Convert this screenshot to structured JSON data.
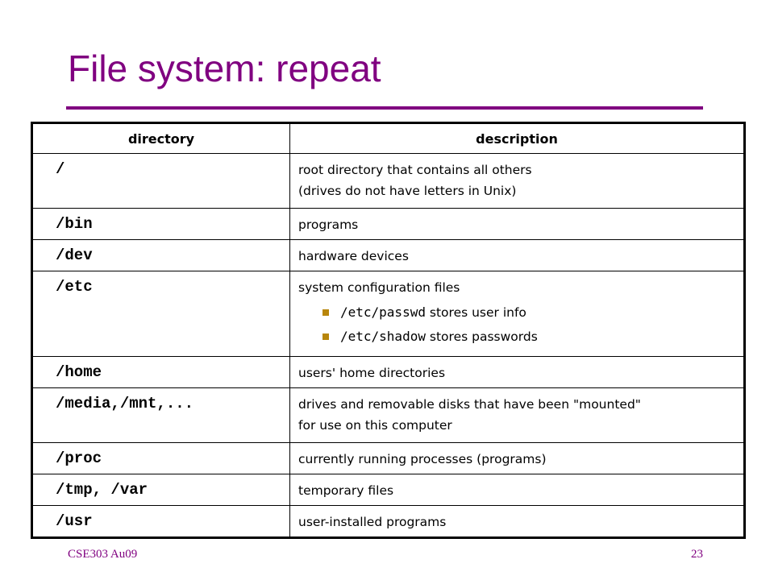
{
  "slide": {
    "title": "File system: repeat",
    "footer_left": "CSE303 Au09",
    "page_number": "23"
  },
  "table": {
    "headers": [
      "directory",
      "description"
    ],
    "rows": [
      {
        "dir": "/",
        "desc": "root directory that contains all others",
        "desc2": "(drives do not have letters in Unix)"
      },
      {
        "dir": "/bin",
        "desc": "programs"
      },
      {
        "dir": "/dev",
        "desc": "hardware devices"
      },
      {
        "dir": "/etc",
        "desc": "system configuration files",
        "sub": [
          {
            "code": "/etc/passwd",
            "text": " stores user info"
          },
          {
            "code": "/etc/shadow",
            "text": " stores passwords"
          }
        ]
      },
      {
        "dir": "/home",
        "desc": "users' home directories"
      },
      {
        "dir": "/media,/mnt,...",
        "desc": "drives and removable disks that have been \"mounted\"",
        "desc2": "for use on this computer"
      },
      {
        "dir": "/proc",
        "desc": "currently running processes (programs)"
      },
      {
        "dir": "/tmp, /var",
        "desc": "temporary files"
      },
      {
        "dir": "/usr",
        "desc": "user-installed programs"
      }
    ]
  },
  "colors": {
    "accent": "#800080",
    "bullet": "#b8860b"
  }
}
